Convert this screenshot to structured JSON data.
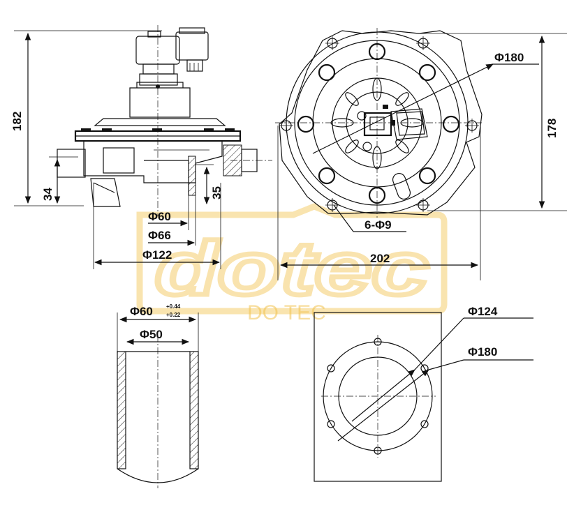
{
  "views": {
    "side": {
      "height_label": "182",
      "base_label": "34",
      "port_label": "35",
      "d60_label": "Φ60",
      "d66_label": "Φ66",
      "d122_label": "Φ122"
    },
    "top": {
      "d180_label": "Φ180",
      "height_label": "178",
      "holes_label": "6-Φ9",
      "width_label": "202"
    },
    "pipe": {
      "outer_label": "Φ60",
      "tol_upper": "+0.44",
      "tol_lower": "+0.22",
      "inner_label": "Φ50"
    },
    "flange": {
      "d124_label": "Φ124",
      "d180_label": "Φ180"
    }
  },
  "watermark": {
    "logo_text": "dotec",
    "sub_text": "DO TEC",
    "color": "#f2c34e"
  }
}
